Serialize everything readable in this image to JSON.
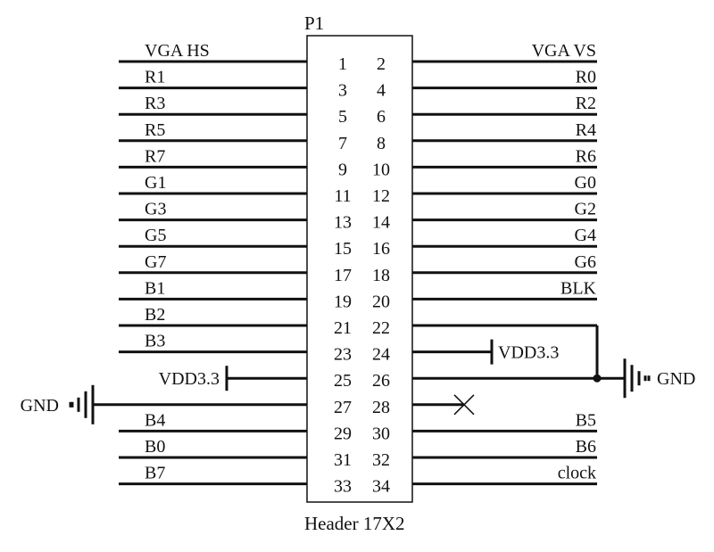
{
  "component": {
    "designator": "P1",
    "value": "Header 17X2"
  },
  "left_pins": [
    {
      "num": "1",
      "net": "VGA HS"
    },
    {
      "num": "3",
      "net": "R1"
    },
    {
      "num": "5",
      "net": "R3"
    },
    {
      "num": "7",
      "net": "R5"
    },
    {
      "num": "9",
      "net": "R7"
    },
    {
      "num": "11",
      "net": "G1"
    },
    {
      "num": "13",
      "net": "G3"
    },
    {
      "num": "15",
      "net": "G5"
    },
    {
      "num": "17",
      "net": "G7"
    },
    {
      "num": "19",
      "net": "B1"
    },
    {
      "num": "21",
      "net": "B2"
    },
    {
      "num": "23",
      "net": "B3"
    },
    {
      "num": "25",
      "net": "VDD3.3",
      "kind": "power"
    },
    {
      "num": "27",
      "net": "GND",
      "kind": "ground"
    },
    {
      "num": "29",
      "net": "B4"
    },
    {
      "num": "31",
      "net": "B0"
    },
    {
      "num": "33",
      "net": "B7"
    }
  ],
  "right_pins": [
    {
      "num": "2",
      "net": "VGA VS"
    },
    {
      "num": "4",
      "net": "R0"
    },
    {
      "num": "6",
      "net": "R2"
    },
    {
      "num": "8",
      "net": "R4"
    },
    {
      "num": "10",
      "net": "R6"
    },
    {
      "num": "12",
      "net": "G0"
    },
    {
      "num": "14",
      "net": "G2"
    },
    {
      "num": "16",
      "net": "G4"
    },
    {
      "num": "18",
      "net": "G6"
    },
    {
      "num": "20",
      "net": "BLK"
    },
    {
      "num": "22",
      "net": "",
      "kind": "gnd-link"
    },
    {
      "num": "24",
      "net": "VDD3.3",
      "kind": "power"
    },
    {
      "num": "26",
      "net": "GND",
      "kind": "ground"
    },
    {
      "num": "28",
      "net": "",
      "kind": "no-connect"
    },
    {
      "num": "30",
      "net": "B5"
    },
    {
      "num": "32",
      "net": "B6"
    },
    {
      "num": "34",
      "net": "clock"
    }
  ]
}
